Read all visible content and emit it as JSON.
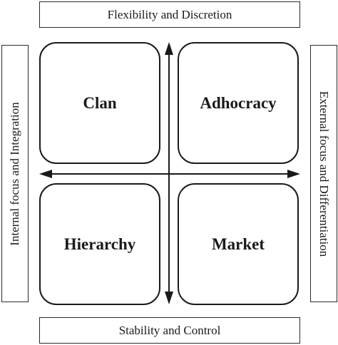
{
  "axes": {
    "top": "Flexibility and Discretion",
    "bottom": "Stability and Control",
    "left": "Internal focus and Integration",
    "right": "External focus and Differentiation"
  },
  "quadrants": {
    "top_left": "Clan",
    "top_right": "Adhocracy",
    "bottom_left": "Hierarchy",
    "bottom_right": "Market"
  },
  "colors": {
    "line": "#1a1a1a",
    "background": "#ffffff"
  }
}
